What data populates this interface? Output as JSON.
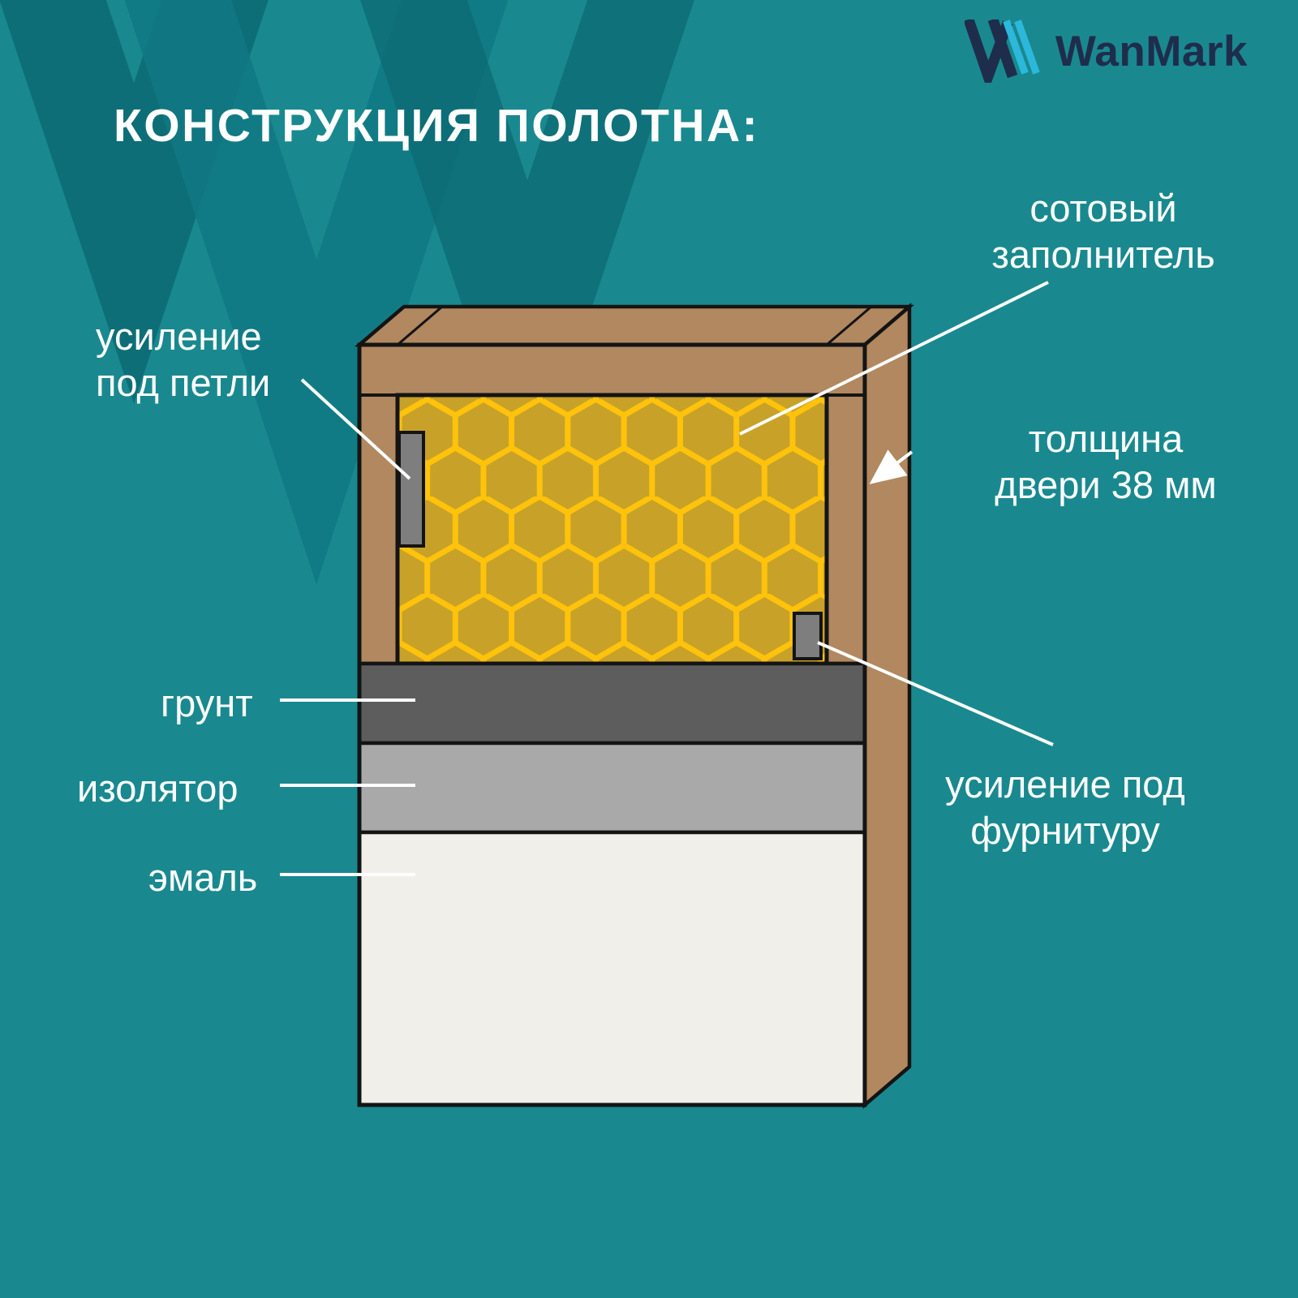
{
  "brand": {
    "name": "WanMark"
  },
  "header": {
    "title": "КОНСТРУКЦИЯ ПОЛОТНА:"
  },
  "labels": {
    "hinge_reinforcement": "усиление\nпод петли",
    "honeycomb_filler": "сотовый\nзаполнитель",
    "door_thickness": "толщина\nдвери 38 мм",
    "hardware_reinforcement": "усиление под\nфурнитуру",
    "primer": "грунт",
    "insulator": "изолятор",
    "enamel": "эмаль"
  },
  "colors": {
    "background": "#19898F",
    "chevron_dark": "#0D6B74",
    "chevron_medium": "#117984",
    "wood_frame": "#B1885F",
    "honeycomb_bg": "#C8A128",
    "honeycomb_line": "#FFC30B",
    "primer_layer": "#5D5D5D",
    "insulator_layer": "#A9A9A9",
    "enamel_layer": "#F0EFEA",
    "reinforcement_block": "#7E7E7E",
    "outline": "#141414",
    "leader_line": "#FFFFFF",
    "logo_navy": "#1F2D4D",
    "logo_cyan": "#2BB8DB",
    "text": "#FFFFFF"
  }
}
